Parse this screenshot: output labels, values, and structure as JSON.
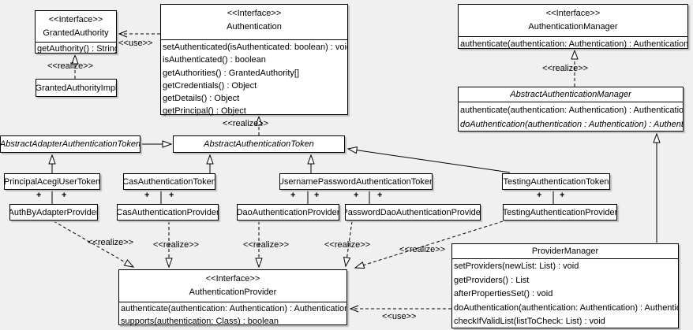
{
  "classes": {
    "granted_authority": {
      "stereotype": "<<Interface>>",
      "name": "GrantedAuthority",
      "members": [
        "getAuthority() : String"
      ]
    },
    "granted_authority_impl": {
      "name": "GrantedAuthorityImpl"
    },
    "authentication": {
      "stereotype": "<<Interface>>",
      "name": "Authentication",
      "members": [
        "setAuthenticated(isAuthenticated: boolean) : void",
        "isAuthenticated() : boolean",
        "getAuthorities() : GrantedAuthority[]",
        "getCredentials() : Object",
        "getDetails() : Object",
        "getPrincipal() : Object"
      ]
    },
    "authentication_manager": {
      "stereotype": "<<Interface>>",
      "name": "AuthenticationManager",
      "members": [
        "authenticate(authentication: Authentication) : Authentication"
      ]
    },
    "abstract_authentication_manager": {
      "name": "AbstractAuthenticationManager",
      "members": [
        "authenticate(authentication: Authentication) : Authentication",
        "doAuthentication(authentication : Authentication) : Authentication"
      ]
    },
    "abstract_adapter_authentication_token": {
      "name": "AbstractAdapterAuthenticationToken"
    },
    "abstract_authentication_token": {
      "name": "AbstractAuthenticationToken"
    },
    "principal_acegi_user_token": {
      "name": "PrincipalAcegiUserToken"
    },
    "cas_authentication_token": {
      "name": "CasAuthenticationToken"
    },
    "username_password_authentication_token": {
      "name": "UsernamePasswordAuthenticationToken"
    },
    "testing_authentication_token": {
      "name": "TestingAuthenticationToken"
    },
    "auth_by_adapter_provider": {
      "name": "AuthByAdapterProvider"
    },
    "cas_authentication_provider": {
      "name": "CasAuthenticationProvider"
    },
    "dao_authentication_provider": {
      "name": "DaoAuthenticationProvider"
    },
    "password_dao_authentication_provider": {
      "name": "PasswordDaoAuthenticationProvider"
    },
    "testing_authentication_provider": {
      "name": "TestingAuthenticationProvider"
    },
    "authentication_provider": {
      "stereotype": "<<Interface>>",
      "name": "AuthenticationProvider",
      "members": [
        "authenticate(authentication: Authentication) : Authentication",
        "supports(authentication: Class) : boolean"
      ]
    },
    "provider_manager": {
      "name": "ProviderManager",
      "members": [
        "setProviders(newList: List) : void",
        "getProviders() : List",
        "afterPropertiesSet() : void",
        "doAuthentication(authentication: Authentication) : Authentication",
        "checkIfValidList(listToCheck: List) : void"
      ]
    }
  },
  "labels": {
    "use": "<<use>>",
    "realize": "<<realize>>",
    "plus": "+"
  },
  "colors": {
    "background": "#f0f0f0",
    "box_fill": "#ffffff",
    "line": "#000000"
  }
}
